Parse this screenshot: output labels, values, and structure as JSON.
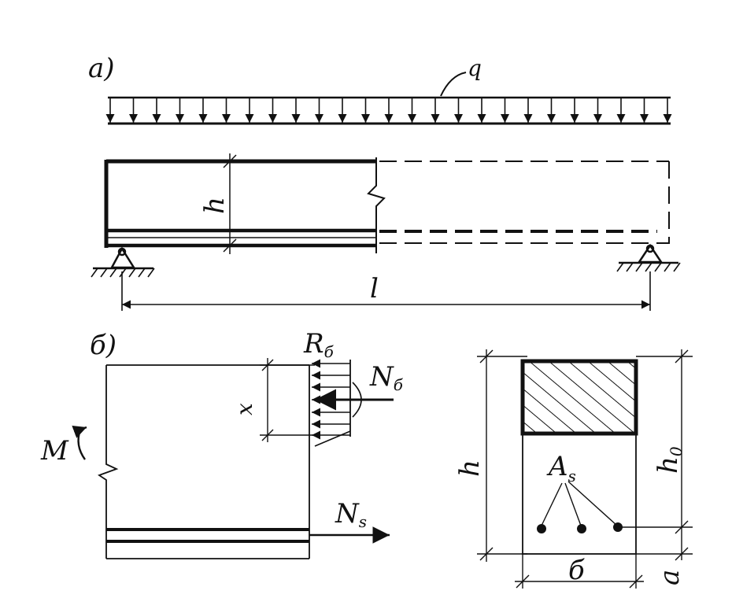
{
  "panel_a": {
    "label": "a)",
    "load_label": "q",
    "height_label": "h",
    "span_label": "l"
  },
  "panel_b": {
    "label": "б)",
    "moment_label": "M",
    "compression_zone_label": "x",
    "stress_label": "R",
    "stress_subscript": "б",
    "concrete_force_label": "N",
    "concrete_force_subscript": "б",
    "steel_force_label": "N",
    "steel_force_subscript": "s"
  },
  "cross_section": {
    "height_label": "h",
    "effective_depth_label": "h",
    "effective_depth_subscript": "0",
    "reinforcement_label": "A",
    "reinforcement_subscript": "s",
    "width_label": "б",
    "cover_label": "a"
  },
  "colors": {
    "ink": "#111111",
    "paper": "#ffffff"
  }
}
